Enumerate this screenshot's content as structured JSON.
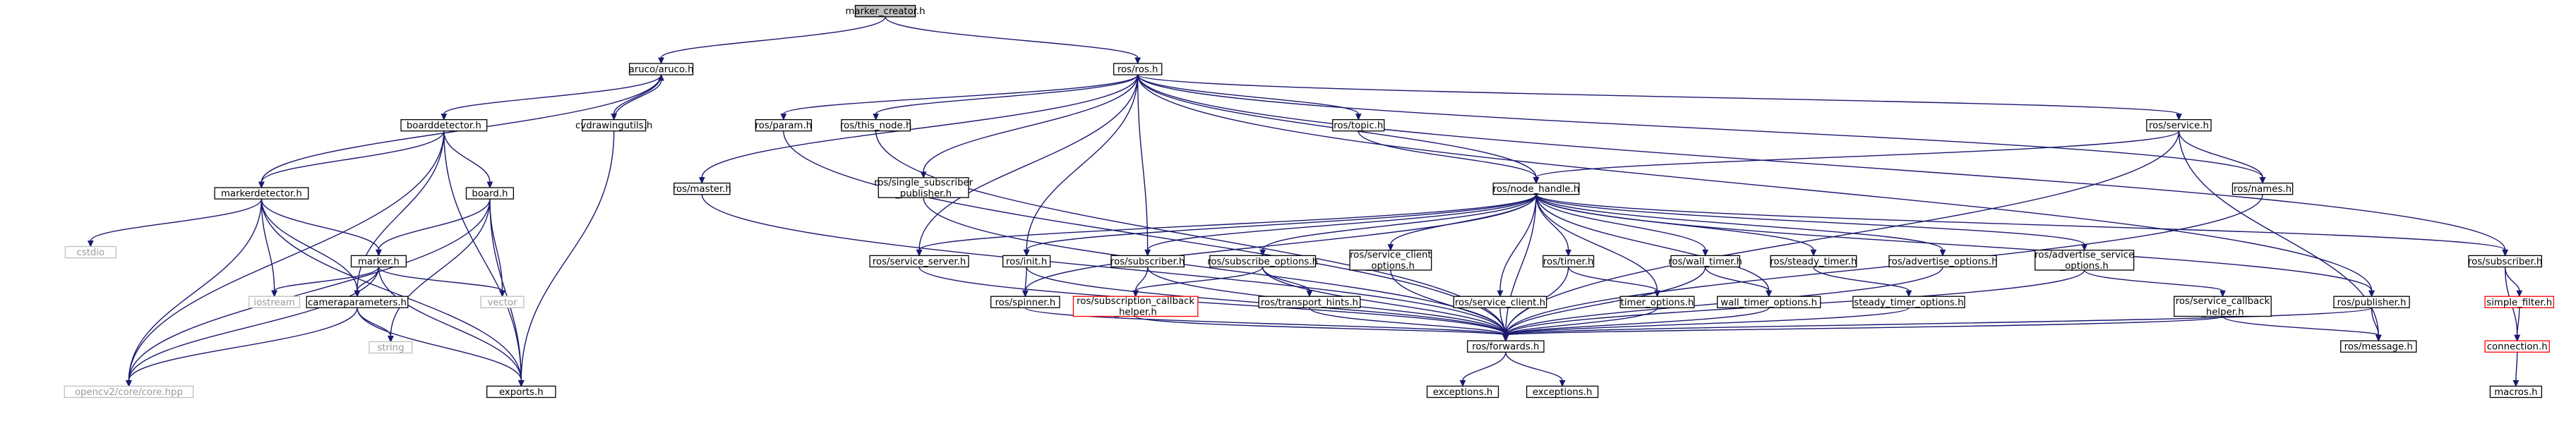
{
  "nodes": [
    {
      "id": "marker_creator",
      "lines": [
        "marker_creator.h"
      ],
      "style": "root"
    },
    {
      "id": "aruco",
      "lines": [
        "aruco/aruco.h"
      ]
    },
    {
      "id": "boarddetector",
      "lines": [
        "boarddetector.h"
      ]
    },
    {
      "id": "cvdrawingutils",
      "lines": [
        "cvdrawingutils.h"
      ]
    },
    {
      "id": "markerdetector",
      "lines": [
        "markerdetector.h"
      ]
    },
    {
      "id": "board",
      "lines": [
        "board.h"
      ]
    },
    {
      "id": "cstdio",
      "lines": [
        "cstdio"
      ],
      "style": "gray"
    },
    {
      "id": "marker",
      "lines": [
        "marker.h"
      ]
    },
    {
      "id": "iostream",
      "lines": [
        "iostream"
      ],
      "style": "gray"
    },
    {
      "id": "vector",
      "lines": [
        "vector"
      ],
      "style": "gray"
    },
    {
      "id": "cameraparameters",
      "lines": [
        "cameraparameters.h"
      ]
    },
    {
      "id": "string",
      "lines": [
        "string"
      ],
      "style": "gray"
    },
    {
      "id": "opencv",
      "lines": [
        "opencv2/core/core.hpp"
      ],
      "style": "gray"
    },
    {
      "id": "exports",
      "lines": [
        "exports.h"
      ]
    },
    {
      "id": "ros_ros",
      "lines": [
        "ros/ros.h"
      ]
    },
    {
      "id": "ros_param",
      "lines": [
        "ros/param.h"
      ]
    },
    {
      "id": "ros_this_node",
      "lines": [
        "ros/this_node.h"
      ]
    },
    {
      "id": "ros_master",
      "lines": [
        "ros/master.h"
      ]
    },
    {
      "id": "ros_single_sub",
      "lines": [
        "ros/single_subscriber",
        "_publisher.h"
      ]
    },
    {
      "id": "ros_topic",
      "lines": [
        "ros/topic.h"
      ]
    },
    {
      "id": "ros_node_handle",
      "lines": [
        "ros/node_handle.h"
      ]
    },
    {
      "id": "ros_service",
      "lines": [
        "ros/service.h"
      ]
    },
    {
      "id": "ros_names",
      "lines": [
        "ros/names.h"
      ]
    },
    {
      "id": "ros_service_server",
      "lines": [
        "ros/service_server.h"
      ]
    },
    {
      "id": "ros_init",
      "lines": [
        "ros/init.h"
      ]
    },
    {
      "id": "ros_subscriber_mid",
      "lines": [
        "ros/subscriber.h"
      ]
    },
    {
      "id": "ros_subscribe_options",
      "lines": [
        "ros/subscribe_options.h"
      ]
    },
    {
      "id": "ros_service_client_options",
      "lines": [
        "ros/service_client",
        "_options.h"
      ]
    },
    {
      "id": "ros_timer",
      "lines": [
        "ros/timer.h"
      ]
    },
    {
      "id": "ros_wall_timer",
      "lines": [
        "ros/wall_timer.h"
      ]
    },
    {
      "id": "ros_steady_timer",
      "lines": [
        "ros/steady_timer.h"
      ]
    },
    {
      "id": "ros_advertise_options",
      "lines": [
        "ros/advertise_options.h"
      ]
    },
    {
      "id": "ros_advertise_service_options",
      "lines": [
        "ros/advertise_service",
        "_options.h"
      ]
    },
    {
      "id": "ros_subscriber_right",
      "lines": [
        "ros/subscriber.h"
      ]
    },
    {
      "id": "ros_spinner",
      "lines": [
        "ros/spinner.h"
      ]
    },
    {
      "id": "ros_subscription_callback_helper",
      "lines": [
        "ros/subscription_callback",
        "_helper.h"
      ],
      "style": "red"
    },
    {
      "id": "ros_transport_hints",
      "lines": [
        "ros/transport_hints.h"
      ]
    },
    {
      "id": "ros_service_client",
      "lines": [
        "ros/service_client.h"
      ]
    },
    {
      "id": "timer_options",
      "lines": [
        "timer_options.h"
      ]
    },
    {
      "id": "wall_timer_options",
      "lines": [
        "wall_timer_options.h"
      ]
    },
    {
      "id": "steady_timer_options",
      "lines": [
        "steady_timer_options.h"
      ]
    },
    {
      "id": "ros_service_callback_helper",
      "lines": [
        "ros/service_callback",
        "_helper.h"
      ]
    },
    {
      "id": "ros_publisher",
      "lines": [
        "ros/publisher.h"
      ]
    },
    {
      "id": "simple_filter",
      "lines": [
        "simple_filter.h"
      ],
      "style": "red"
    },
    {
      "id": "ros_forwards",
      "lines": [
        "ros/forwards.h"
      ]
    },
    {
      "id": "ros_message",
      "lines": [
        "ros/message.h"
      ]
    },
    {
      "id": "connection",
      "lines": [
        "connection.h"
      ],
      "style": "red"
    },
    {
      "id": "exceptions_a",
      "lines": [
        "exceptions.h"
      ]
    },
    {
      "id": "exceptions_b",
      "lines": [
        "exceptions.h"
      ]
    },
    {
      "id": "macros",
      "lines": [
        "macros.h"
      ]
    }
  ],
  "edges": [
    [
      "marker_creator",
      "aruco"
    ],
    [
      "marker_creator",
      "ros_ros"
    ],
    [
      "aruco",
      "boarddetector"
    ],
    [
      "aruco",
      "cvdrawingutils"
    ],
    [
      "aruco",
      "markerdetector"
    ],
    [
      "cvdrawingutils",
      "aruco"
    ],
    [
      "cvdrawingutils",
      "exports"
    ],
    [
      "boarddetector",
      "markerdetector"
    ],
    [
      "boarddetector",
      "board"
    ],
    [
      "boarddetector",
      "cameraparameters"
    ],
    [
      "boarddetector",
      "exports"
    ],
    [
      "boarddetector",
      "opencv"
    ],
    [
      "markerdetector",
      "cstdio"
    ],
    [
      "markerdetector",
      "iostream"
    ],
    [
      "markerdetector",
      "marker"
    ],
    [
      "markerdetector",
      "cameraparameters"
    ],
    [
      "markerdetector",
      "opencv"
    ],
    [
      "markerdetector",
      "exports"
    ],
    [
      "board",
      "marker"
    ],
    [
      "board",
      "vector"
    ],
    [
      "board",
      "string"
    ],
    [
      "board",
      "exports"
    ],
    [
      "board",
      "opencv"
    ],
    [
      "marker",
      "iostream"
    ],
    [
      "marker",
      "vector"
    ],
    [
      "marker",
      "cameraparameters"
    ],
    [
      "marker",
      "opencv"
    ],
    [
      "marker",
      "exports"
    ],
    [
      "cameraparameters",
      "string"
    ],
    [
      "cameraparameters",
      "opencv"
    ],
    [
      "cameraparameters",
      "exports"
    ],
    [
      "ros_ros",
      "ros_param"
    ],
    [
      "ros_ros",
      "ros_this_node"
    ],
    [
      "ros_ros",
      "ros_master"
    ],
    [
      "ros_ros",
      "ros_single_sub"
    ],
    [
      "ros_ros",
      "ros_topic"
    ],
    [
      "ros_ros",
      "ros_node_handle"
    ],
    [
      "ros_ros",
      "ros_service"
    ],
    [
      "ros_ros",
      "ros_names"
    ],
    [
      "ros_ros",
      "ros_service_server"
    ],
    [
      "ros_ros",
      "ros_init"
    ],
    [
      "ros_ros",
      "ros_subscriber_mid"
    ],
    [
      "ros_ros",
      "ros_publisher"
    ],
    [
      "ros_ros",
      "ros_subscriber_right"
    ],
    [
      "ros_param",
      "ros_forwards"
    ],
    [
      "ros_this_node",
      "ros_forwards"
    ],
    [
      "ros_master",
      "ros_forwards"
    ],
    [
      "ros_single_sub",
      "ros_forwards"
    ],
    [
      "ros_topic",
      "ros_node_handle"
    ],
    [
      "ros_service",
      "ros_node_handle"
    ],
    [
      "ros_service",
      "ros_names"
    ],
    [
      "ros_service",
      "ros_forwards"
    ],
    [
      "ros_service",
      "ros_message"
    ],
    [
      "ros_names",
      "ros_forwards"
    ],
    [
      "ros_node_handle",
      "ros_service_server"
    ],
    [
      "ros_node_handle",
      "ros_init"
    ],
    [
      "ros_node_handle",
      "ros_subscriber_mid"
    ],
    [
      "ros_node_handle",
      "ros_subscribe_options"
    ],
    [
      "ros_node_handle",
      "ros_service_client_options"
    ],
    [
      "ros_node_handle",
      "ros_timer"
    ],
    [
      "ros_node_handle",
      "ros_wall_timer"
    ],
    [
      "ros_node_handle",
      "ros_steady_timer"
    ],
    [
      "ros_node_handle",
      "ros_advertise_options"
    ],
    [
      "ros_node_handle",
      "ros_advertise_service_options"
    ],
    [
      "ros_node_handle",
      "ros_subscriber_right"
    ],
    [
      "ros_node_handle",
      "ros_spinner"
    ],
    [
      "ros_node_handle",
      "ros_service_client"
    ],
    [
      "ros_node_handle",
      "timer_options"
    ],
    [
      "ros_node_handle",
      "wall_timer_options"
    ],
    [
      "ros_node_handle",
      "ros_publisher"
    ],
    [
      "ros_node_handle",
      "ros_forwards"
    ],
    [
      "ros_service_server",
      "ros_forwards"
    ],
    [
      "ros_init",
      "ros_spinner"
    ],
    [
      "ros_init",
      "ros_forwards"
    ],
    [
      "ros_subscriber_mid",
      "ros_subscription_callback_helper"
    ],
    [
      "ros_subscriber_mid",
      "ros_forwards"
    ],
    [
      "ros_subscribe_options",
      "ros_subscription_callback_helper"
    ],
    [
      "ros_subscribe_options",
      "ros_transport_hints"
    ],
    [
      "ros_subscribe_options",
      "ros_forwards"
    ],
    [
      "ros_service_client_options",
      "ros_forwards"
    ],
    [
      "ros_timer",
      "timer_options"
    ],
    [
      "ros_timer",
      "ros_forwards"
    ],
    [
      "ros_wall_timer",
      "wall_timer_options"
    ],
    [
      "ros_wall_timer",
      "ros_forwards"
    ],
    [
      "ros_steady_timer",
      "steady_timer_options"
    ],
    [
      "ros_advertise_options",
      "ros_forwards"
    ],
    [
      "ros_advertise_service_options",
      "ros_service_callback_helper"
    ],
    [
      "ros_advertise_service_options",
      "ros_forwards"
    ],
    [
      "ros_subscriber_right",
      "simple_filter"
    ],
    [
      "ros_subscriber_right",
      "connection"
    ],
    [
      "simple_filter",
      "connection"
    ],
    [
      "connection",
      "macros"
    ],
    [
      "ros_spinner",
      "ros_forwards"
    ],
    [
      "ros_subscription_callback_helper",
      "ros_forwards"
    ],
    [
      "ros_transport_hints",
      "ros_forwards"
    ],
    [
      "ros_service_client",
      "ros_forwards"
    ],
    [
      "timer_options",
      "ros_forwards"
    ],
    [
      "wall_timer_options",
      "ros_forwards"
    ],
    [
      "steady_timer_options",
      "ros_forwards"
    ],
    [
      "ros_service_callback_helper",
      "ros_forwards"
    ],
    [
      "ros_service_callback_helper",
      "ros_message"
    ],
    [
      "ros_publisher",
      "ros_forwards"
    ],
    [
      "ros_publisher",
      "ros_message"
    ],
    [
      "ros_forwards",
      "exceptions_a"
    ],
    [
      "ros_forwards",
      "exceptions_b"
    ]
  ]
}
